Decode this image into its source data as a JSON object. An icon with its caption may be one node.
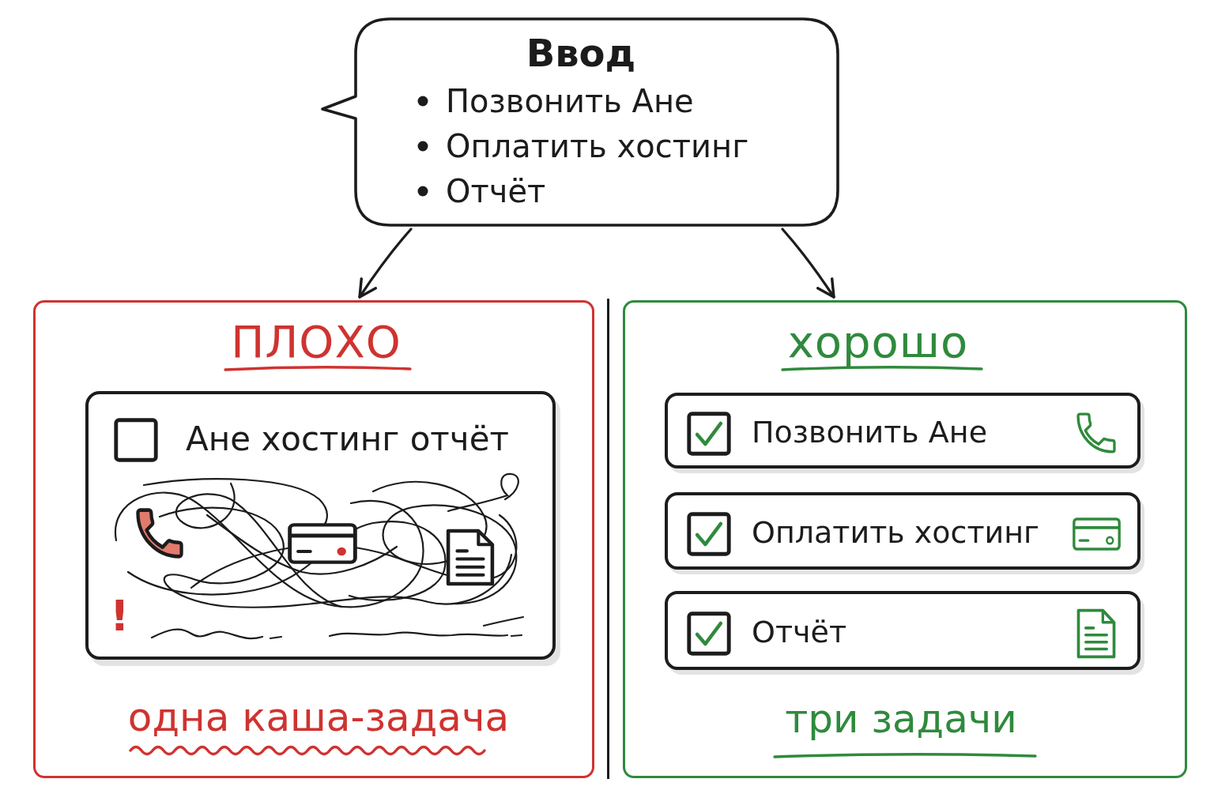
{
  "diagram": {
    "nodes": [
      {
        "text": [
          "Ввод",
          "Позвонить Ане",
          "Оплатить хостинг",
          "Отчёт"
        ]
      },
      {
        "text": [
          "ПЛОХО",
          "одна каша-задача"
        ]
      },
      {
        "text": [
          "Ане хостинг отчёт"
        ],
        "in": 1
      },
      {
        "text": [
          "хорошо",
          "три задачи"
        ]
      },
      {
        "text": [
          "Позвонить Ане"
        ],
        "in": 3
      },
      {
        "text": [
          "Оплатить хостинг"
        ],
        "in": 3
      },
      {
        "text": [
          "Отчёт"
        ],
        "in": 3
      }
    ],
    "edges": [
      {
        "from": 0,
        "to": 1,
        "arrow": "to"
      },
      {
        "from": 0,
        "to": 3,
        "arrow": "to"
      }
    ],
    "labels": [
      "!"
    ]
  }
}
